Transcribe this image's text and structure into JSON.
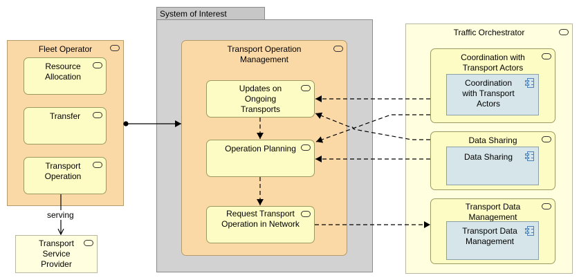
{
  "fleet_operator": {
    "title": "Fleet Operator",
    "roles": [
      "Resource Allocation",
      "Transfer",
      "Transport Operation"
    ]
  },
  "system_of_interest": {
    "title": "System of Interest",
    "tom": {
      "title": "Transport Operation Management",
      "functions": [
        "Updates on Ongoing Transports",
        "Operation Planning",
        "Request Transport Operation in Network"
      ]
    }
  },
  "traffic_orchestrator": {
    "title": "Traffic Orchestrator",
    "groups": [
      {
        "title": "Coordination with Transport Actors",
        "component": "Coordination with Transport Actors"
      },
      {
        "title": "Data Sharing",
        "component": "Data Sharing"
      },
      {
        "title": "Transport Data Management",
        "component": "Transport Data Management"
      }
    ]
  },
  "transport_service_provider": {
    "title": "Transport Service Provider"
  },
  "relations": {
    "serving_label": "serving"
  }
}
